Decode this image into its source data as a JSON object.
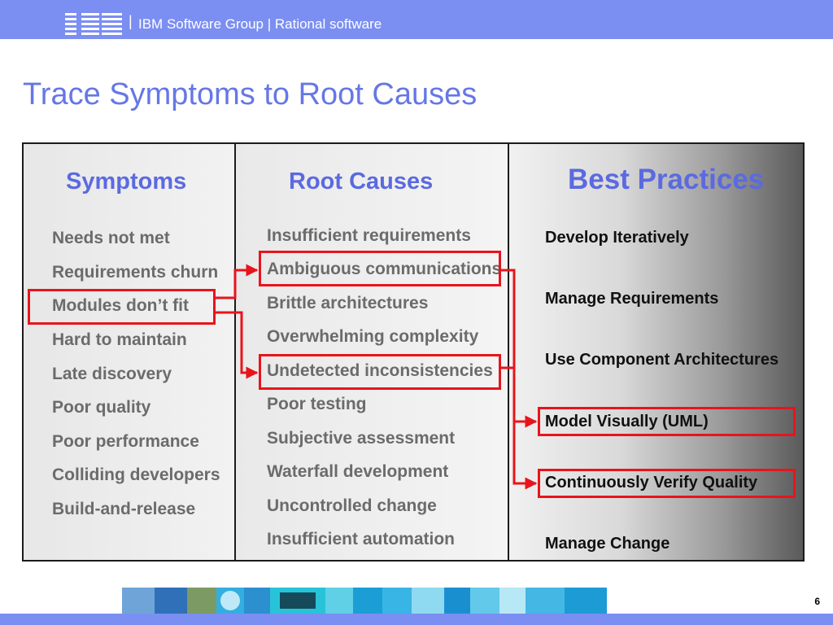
{
  "header": {
    "logo_text": "IBM",
    "separator": "|",
    "group_text": "IBM Software Group | Rational software"
  },
  "title": "Trace Symptoms to Root Causes",
  "columns": {
    "symptoms": {
      "heading": "Symptoms",
      "items": [
        "Needs not met",
        "Requirements churn",
        "Modules don’t fit",
        "Hard to maintain",
        "Late discovery",
        "Poor quality",
        "Poor performance",
        "Colliding developers",
        "Build-and-release"
      ]
    },
    "root_causes": {
      "heading": "Root Causes",
      "items": [
        "Insufficient requirements",
        "Ambiguous communications",
        "Brittle architectures",
        "Overwhelming complexity",
        "Undetected inconsistencies",
        "Poor testing",
        "Subjective assessment",
        "Waterfall development",
        "Uncontrolled change",
        "Insufficient automation"
      ]
    },
    "best_practices": {
      "heading": "Best Practices",
      "items": [
        "Develop Iteratively",
        "Manage Requirements",
        "Use Component Architectures",
        "Model Visually (UML)",
        "Continuously Verify Quality",
        "Manage Change"
      ]
    }
  },
  "highlights": {
    "symptom": "Modules don’t fit",
    "root_causes": [
      "Ambiguous communications",
      "Undetected inconsistencies"
    ],
    "best_practices": [
      "Model Visually (UML)",
      "Continuously Verify Quality"
    ],
    "color": "#e8141c"
  },
  "footer": {
    "page_number": "6"
  },
  "colors": {
    "accent": "#7b8ef2",
    "title": "#6677e6",
    "heading": "#5b6ae0",
    "highlight": "#e8141c"
  }
}
